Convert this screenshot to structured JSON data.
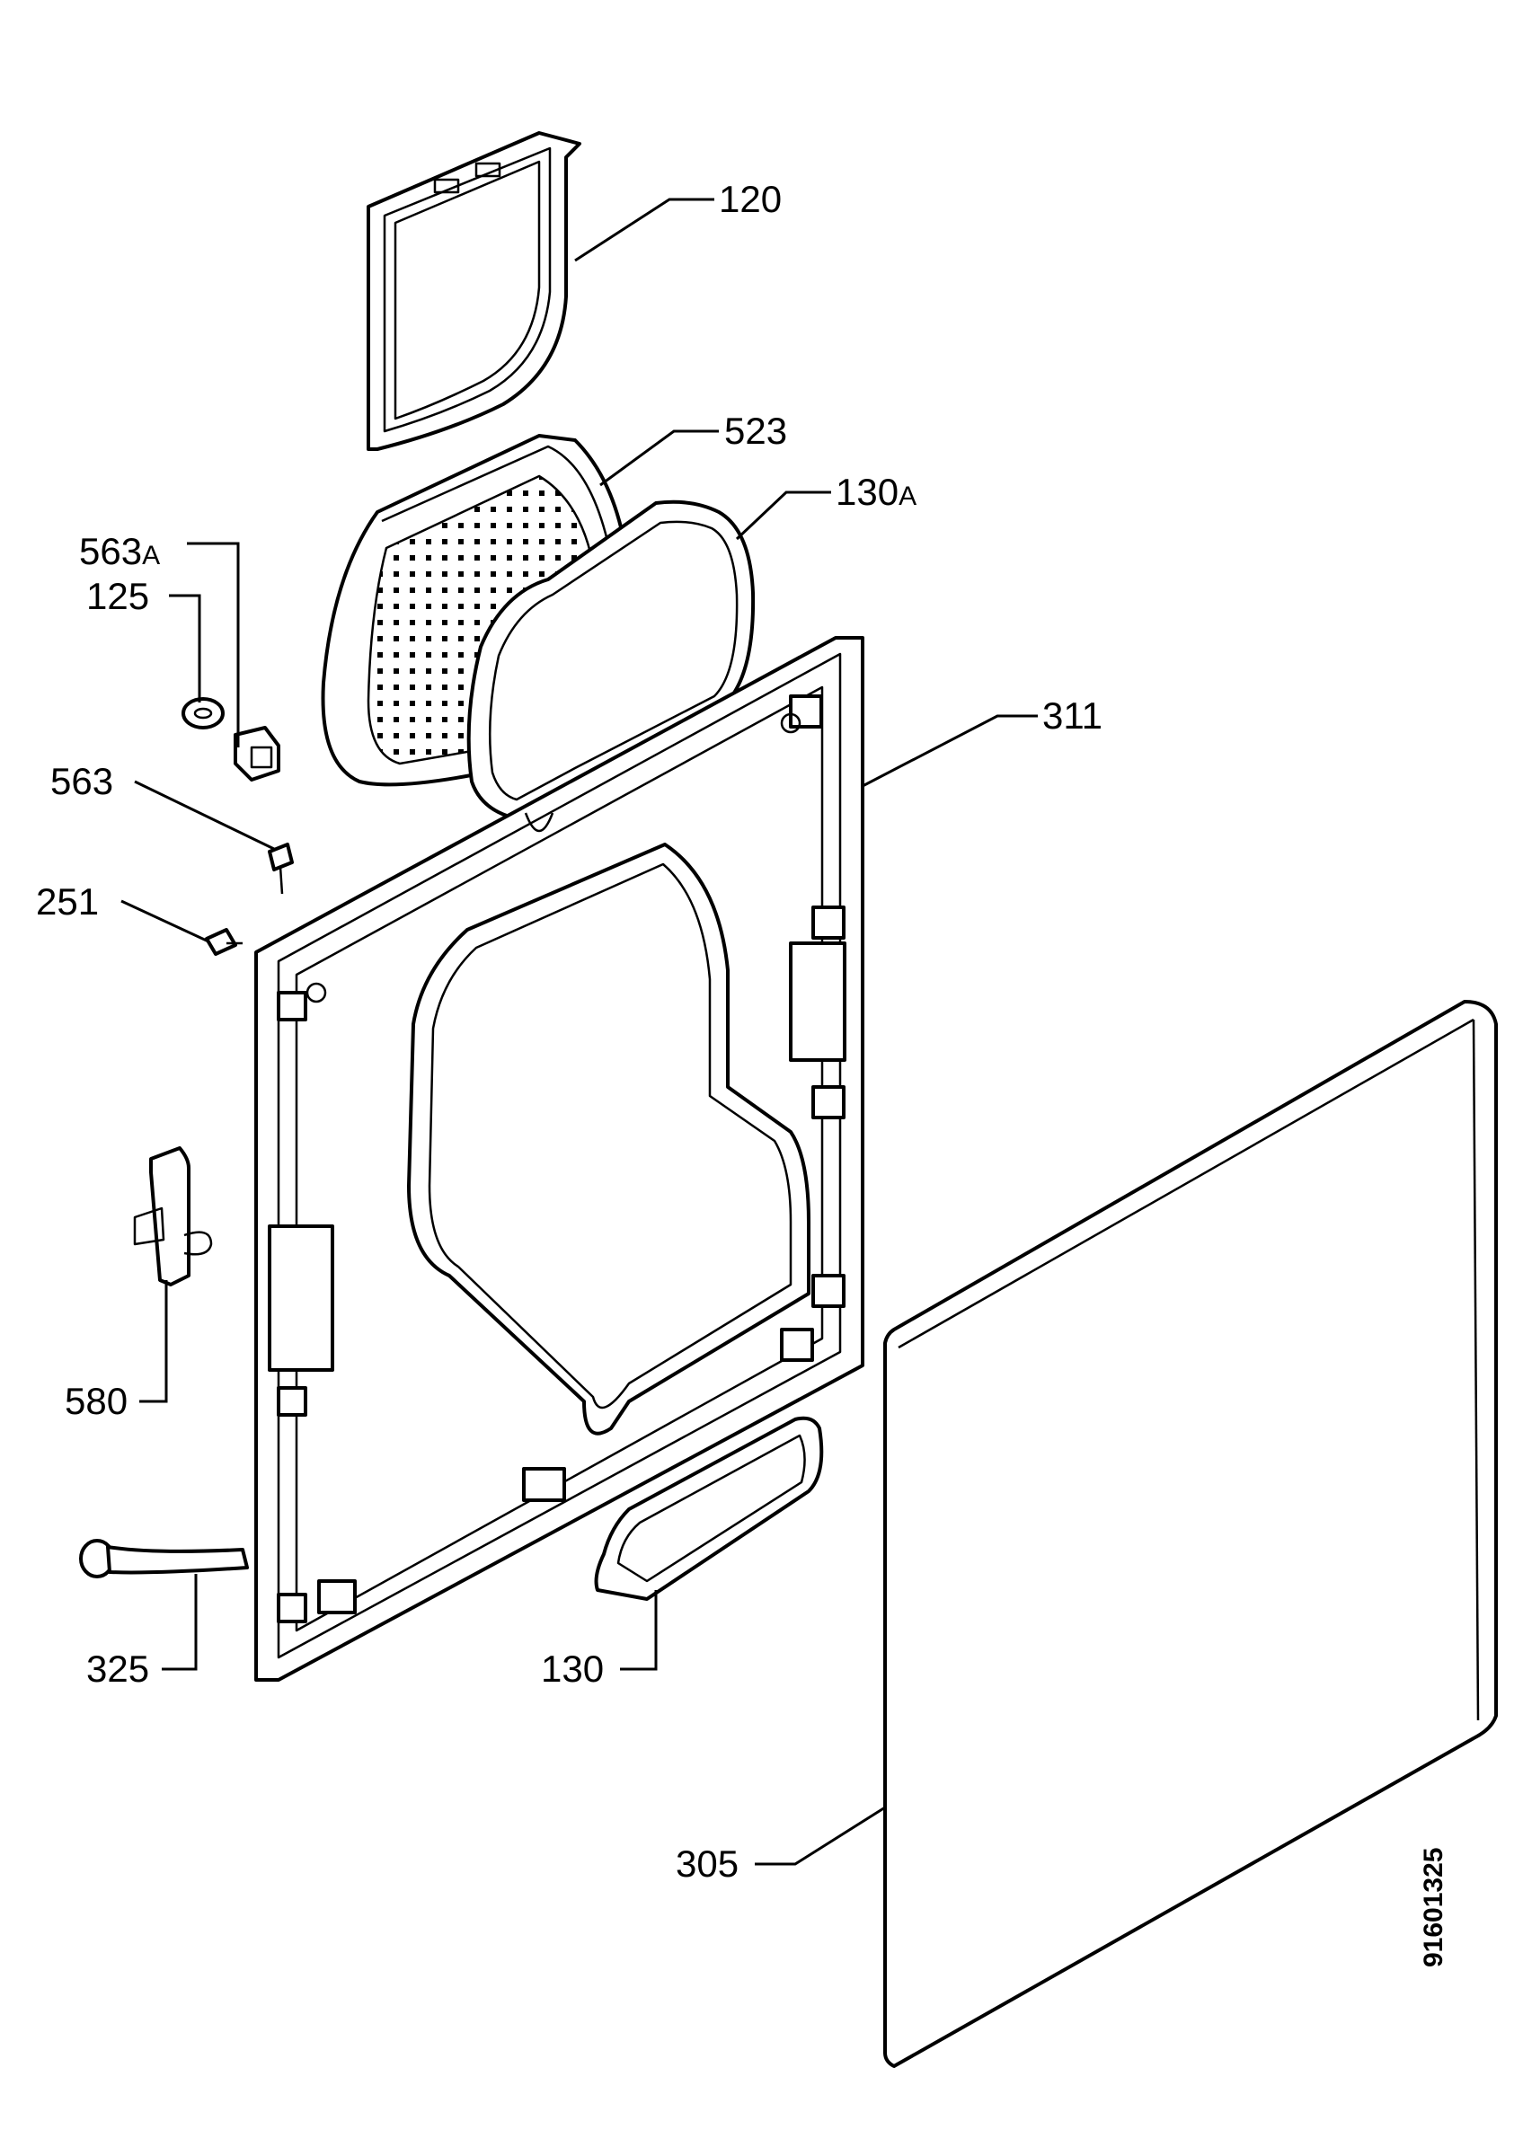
{
  "diagram": {
    "reference_number": "91601325",
    "parts": [
      {
        "id": "filter_frame",
        "label": "120"
      },
      {
        "id": "filter_mesh",
        "label": "523"
      },
      {
        "id": "seal_large",
        "label": "130",
        "suffix": "A"
      },
      {
        "id": "catch",
        "label": "563",
        "suffix": "A"
      },
      {
        "id": "washer",
        "label": "125"
      },
      {
        "id": "screw",
        "label": "563"
      },
      {
        "id": "rear_frame",
        "label": "311"
      },
      {
        "id": "bolt",
        "label": "251"
      },
      {
        "id": "hinge",
        "label": "580"
      },
      {
        "id": "seal_small",
        "label": "130"
      },
      {
        "id": "cable",
        "label": "325"
      },
      {
        "id": "door_panel",
        "label": "305"
      }
    ]
  }
}
